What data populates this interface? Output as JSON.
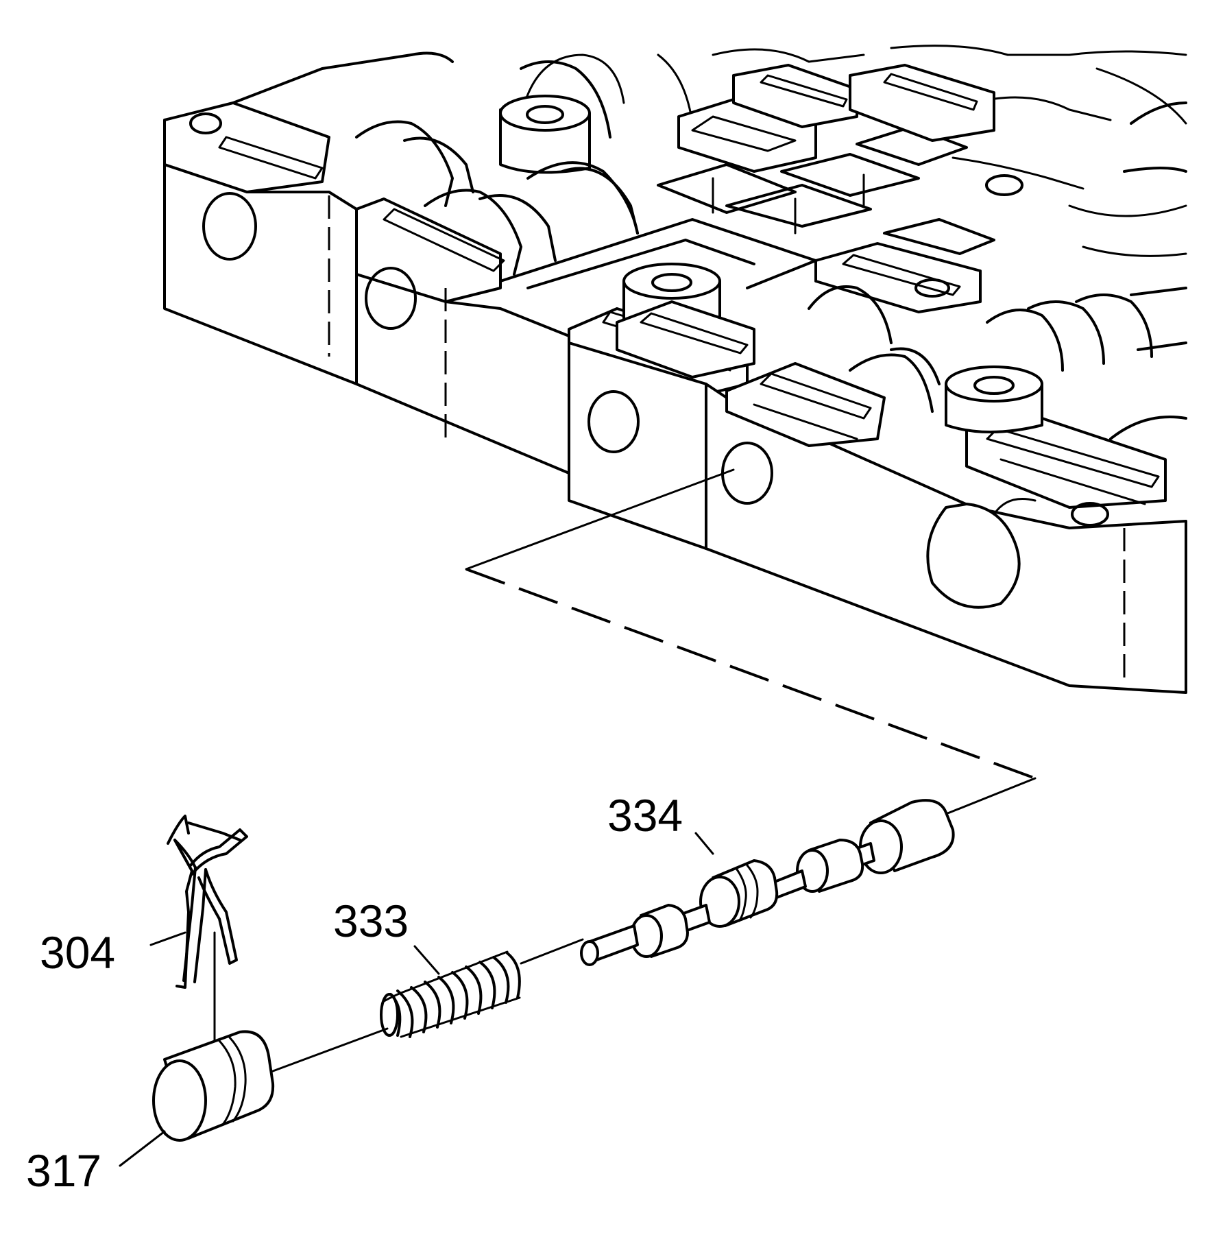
{
  "diagram": {
    "callouts": [
      {
        "id": "304",
        "text": "304",
        "part": "valve-retainer-clip"
      },
      {
        "id": "317",
        "text": "317",
        "part": "valve-bore-plug"
      },
      {
        "id": "333",
        "text": "333",
        "part": "valve-spring"
      },
      {
        "id": "334",
        "text": "334",
        "part": "valve"
      }
    ],
    "line_color": "#000000",
    "background_color": "#ffffff"
  }
}
